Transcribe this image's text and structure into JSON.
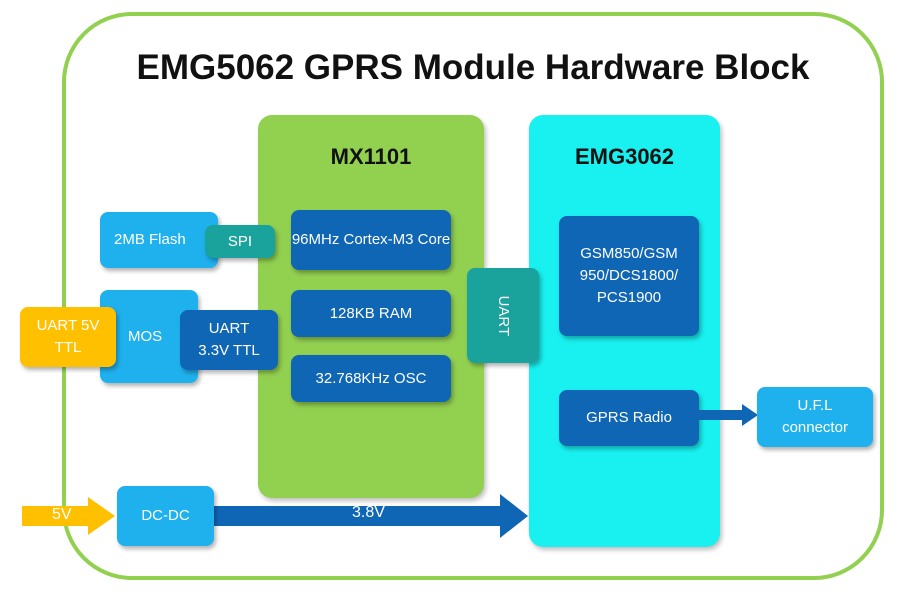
{
  "title": "EMG5062 GPRS Module Hardware Block",
  "mcu": {
    "name": "MX1101",
    "core": "96MHz Cortex-M3 Core",
    "ram": "128KB RAM",
    "osc": "32.768KHz OSC"
  },
  "modem": {
    "name": "EMG3062",
    "bands": "GSM850/GSM 950/DCS1800/ PCS1900",
    "radio": "GPRS Radio"
  },
  "peripherals": {
    "flash": "2MB Flash",
    "spi": "SPI",
    "mos": "MOS",
    "uart_5v": "UART 5V TTL",
    "uart_33v": "UART 3.3V TTL",
    "uart_link": "UART",
    "dcdc": "DC-DC",
    "ufl": "U.F.L connector"
  },
  "power": {
    "input": "5V",
    "output": "3.8V"
  },
  "colors": {
    "frame_border": "#92d050",
    "mcu_block": "#92d050",
    "modem_block": "#19f0f0",
    "dark_box": "#0f66b4",
    "light_box": "#1fb1ee",
    "teal_box": "#1aa29d",
    "input_arrow": "#ffc000",
    "power_arrow": "#0f66b4"
  }
}
